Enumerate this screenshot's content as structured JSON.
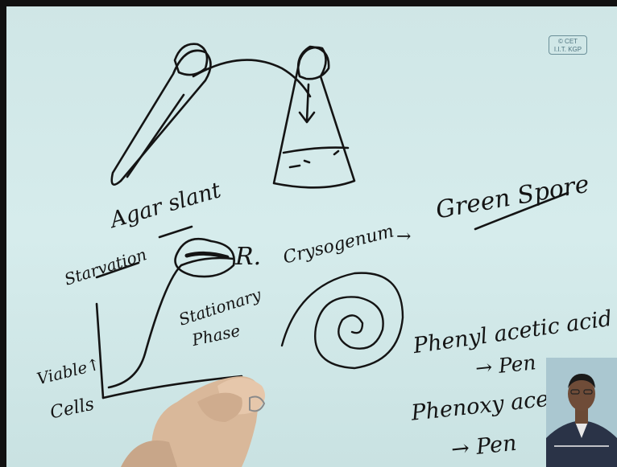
{
  "logo": {
    "line1": "© CET",
    "line2": "I.I.T. KGP"
  },
  "notes": {
    "agar_slant": "Agar slant",
    "starvation": "Starvation",
    "stationary_phase_1": "Stationary",
    "stationary_phase_2": "Phase",
    "r_label": "R.",
    "viable_cells_1": "Viable↑",
    "viable_cells_2": "Cells",
    "chrysogenum": "Crysogenum",
    "arrow_1": "→",
    "green_spore": "Green Spore",
    "phenyl_acetic_acid": "Phenyl acetic acid",
    "pen_1": "→ Pen",
    "phenoxy_acetic": "Phenoxy acetic",
    "pen_2": "→ Pen"
  },
  "icons": {
    "hand": "writing-hand-icon",
    "presenter": "presenter-webcam-icon"
  }
}
